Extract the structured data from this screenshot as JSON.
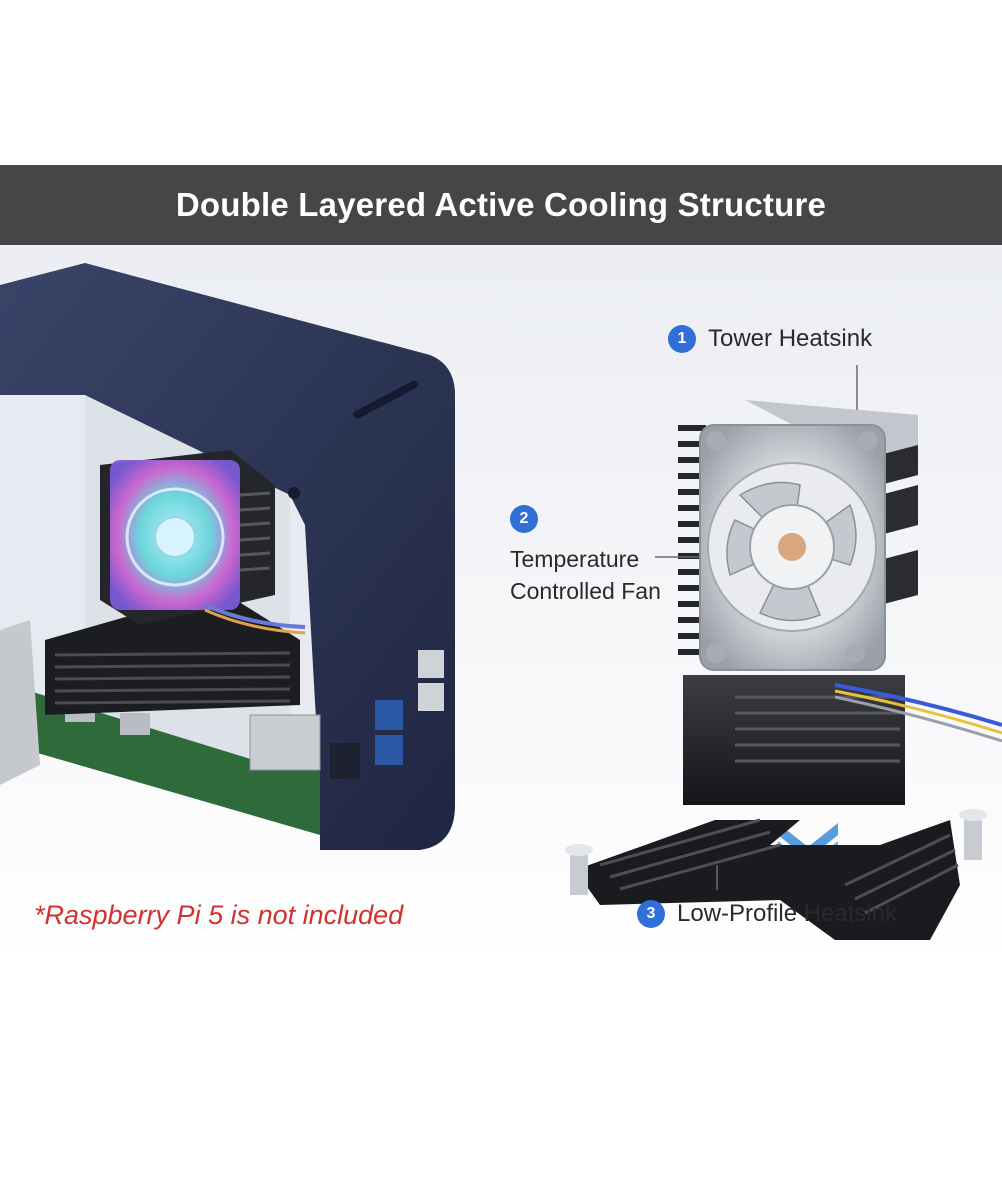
{
  "title": "Double Layered Active Cooling Structure",
  "callouts": [
    {
      "number": "1",
      "label": "Tower Heatsink"
    },
    {
      "number": "2",
      "label_line1": "Temperature",
      "label_line2": "Controlled Fan"
    },
    {
      "number": "3",
      "label": "Low-Profile Heatsink"
    }
  ],
  "note": "*Raspberry Pi 5 is not included",
  "colors": {
    "title_bar": "#464646",
    "badge": "#2f6fd6",
    "note": "#d1322e",
    "case": "#2b3352"
  }
}
